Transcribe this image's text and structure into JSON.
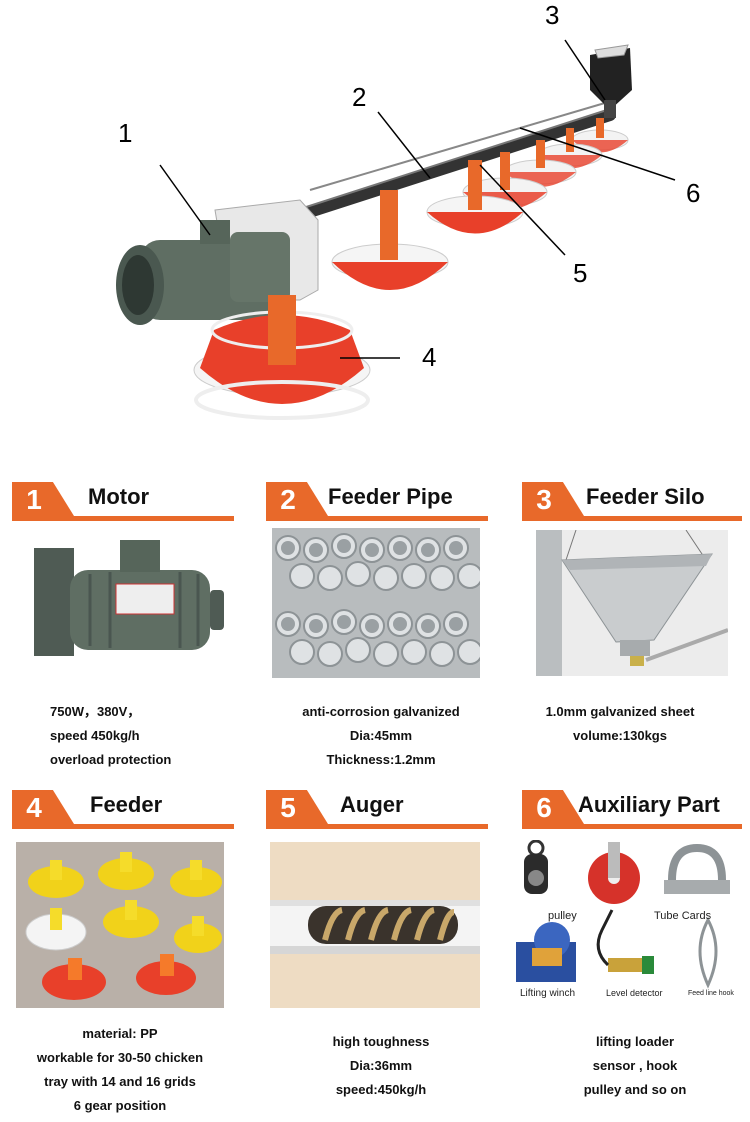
{
  "diagram": {
    "callouts": [
      "1",
      "2",
      "3",
      "4",
      "5",
      "6"
    ]
  },
  "sections": [
    {
      "num": "1",
      "title": "Motor",
      "lines": [
        "750W，380V，",
        "speed 450kg/h",
        "overload protection"
      ]
    },
    {
      "num": "2",
      "title": "Feeder Pipe",
      "lines": [
        "anti-corrosion galvanized",
        "Dia:45mm",
        "Thickness:1.2mm"
      ]
    },
    {
      "num": "3",
      "title": "Feeder Silo",
      "lines": [
        "1.0mm galvanized sheet",
        "volume:130kgs"
      ]
    },
    {
      "num": "4",
      "title": "Feeder",
      "lines": [
        "material: PP",
        "workable for 30-50 chicken",
        "tray with 14 and 16 grids",
        "6 gear position"
      ]
    },
    {
      "num": "5",
      "title": "Auger",
      "lines": [
        "high toughness",
        "Dia:36mm",
        "speed:450kg/h"
      ]
    },
    {
      "num": "6",
      "title": "Auxiliary Part",
      "lines": [
        "lifting loader",
        "sensor , hook",
        "pulley and so on"
      ]
    }
  ],
  "auxiliary_labels": [
    "pulley",
    "Tube Cards",
    "Lifting winch",
    "Level detector",
    "Feed line hook"
  ],
  "colors": {
    "accent": "#e8692a",
    "tray_red": "#e8402a",
    "motor_green": "#5f6e63"
  }
}
